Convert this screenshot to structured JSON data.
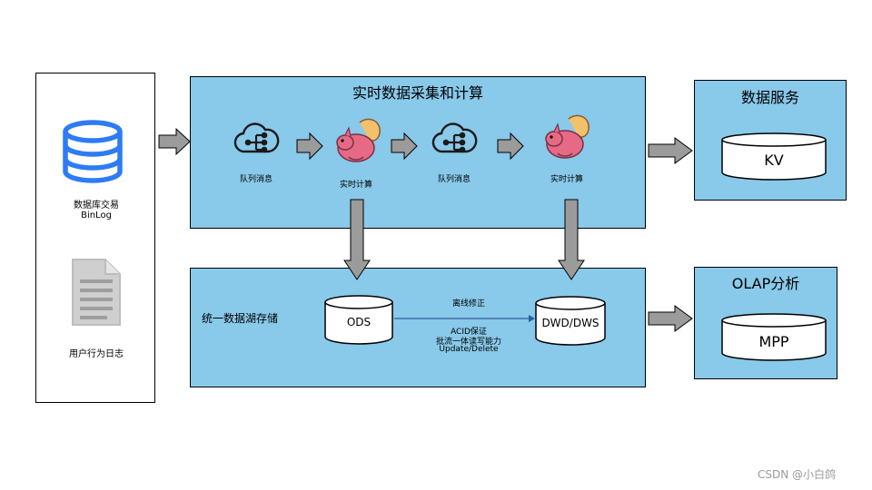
{
  "sources": {
    "db_label_1": "数据库交易",
    "db_label_2": "BinLog",
    "log_label": "用户行为日志"
  },
  "realtime": {
    "title": "实时数据采集和计算",
    "queue1": "队列消息",
    "compute1": "实时计算",
    "queue2": "队列消息",
    "compute2": "实时计算"
  },
  "lake": {
    "title": "统一数据湖存储",
    "ods": "ODS",
    "dwd": "DWD/DWS",
    "edge_top": "离线修正",
    "edge_bottom_1": "ACID保证",
    "edge_bottom_2": "批流一体读写能力",
    "edge_bottom_3": "Update/Delete"
  },
  "service": {
    "title": "数据服务",
    "kv": "KV"
  },
  "olap": {
    "title": "OLAP分析",
    "mpp": "MPP"
  },
  "watermark": "CSDN @小白鸽",
  "colors": {
    "panel": "#89c9ea",
    "db_icon": "#2d7cf6",
    "doc_icon": "#bdbdbd",
    "arrow": "#9b9b9b",
    "edge": "#2b5f9e"
  }
}
